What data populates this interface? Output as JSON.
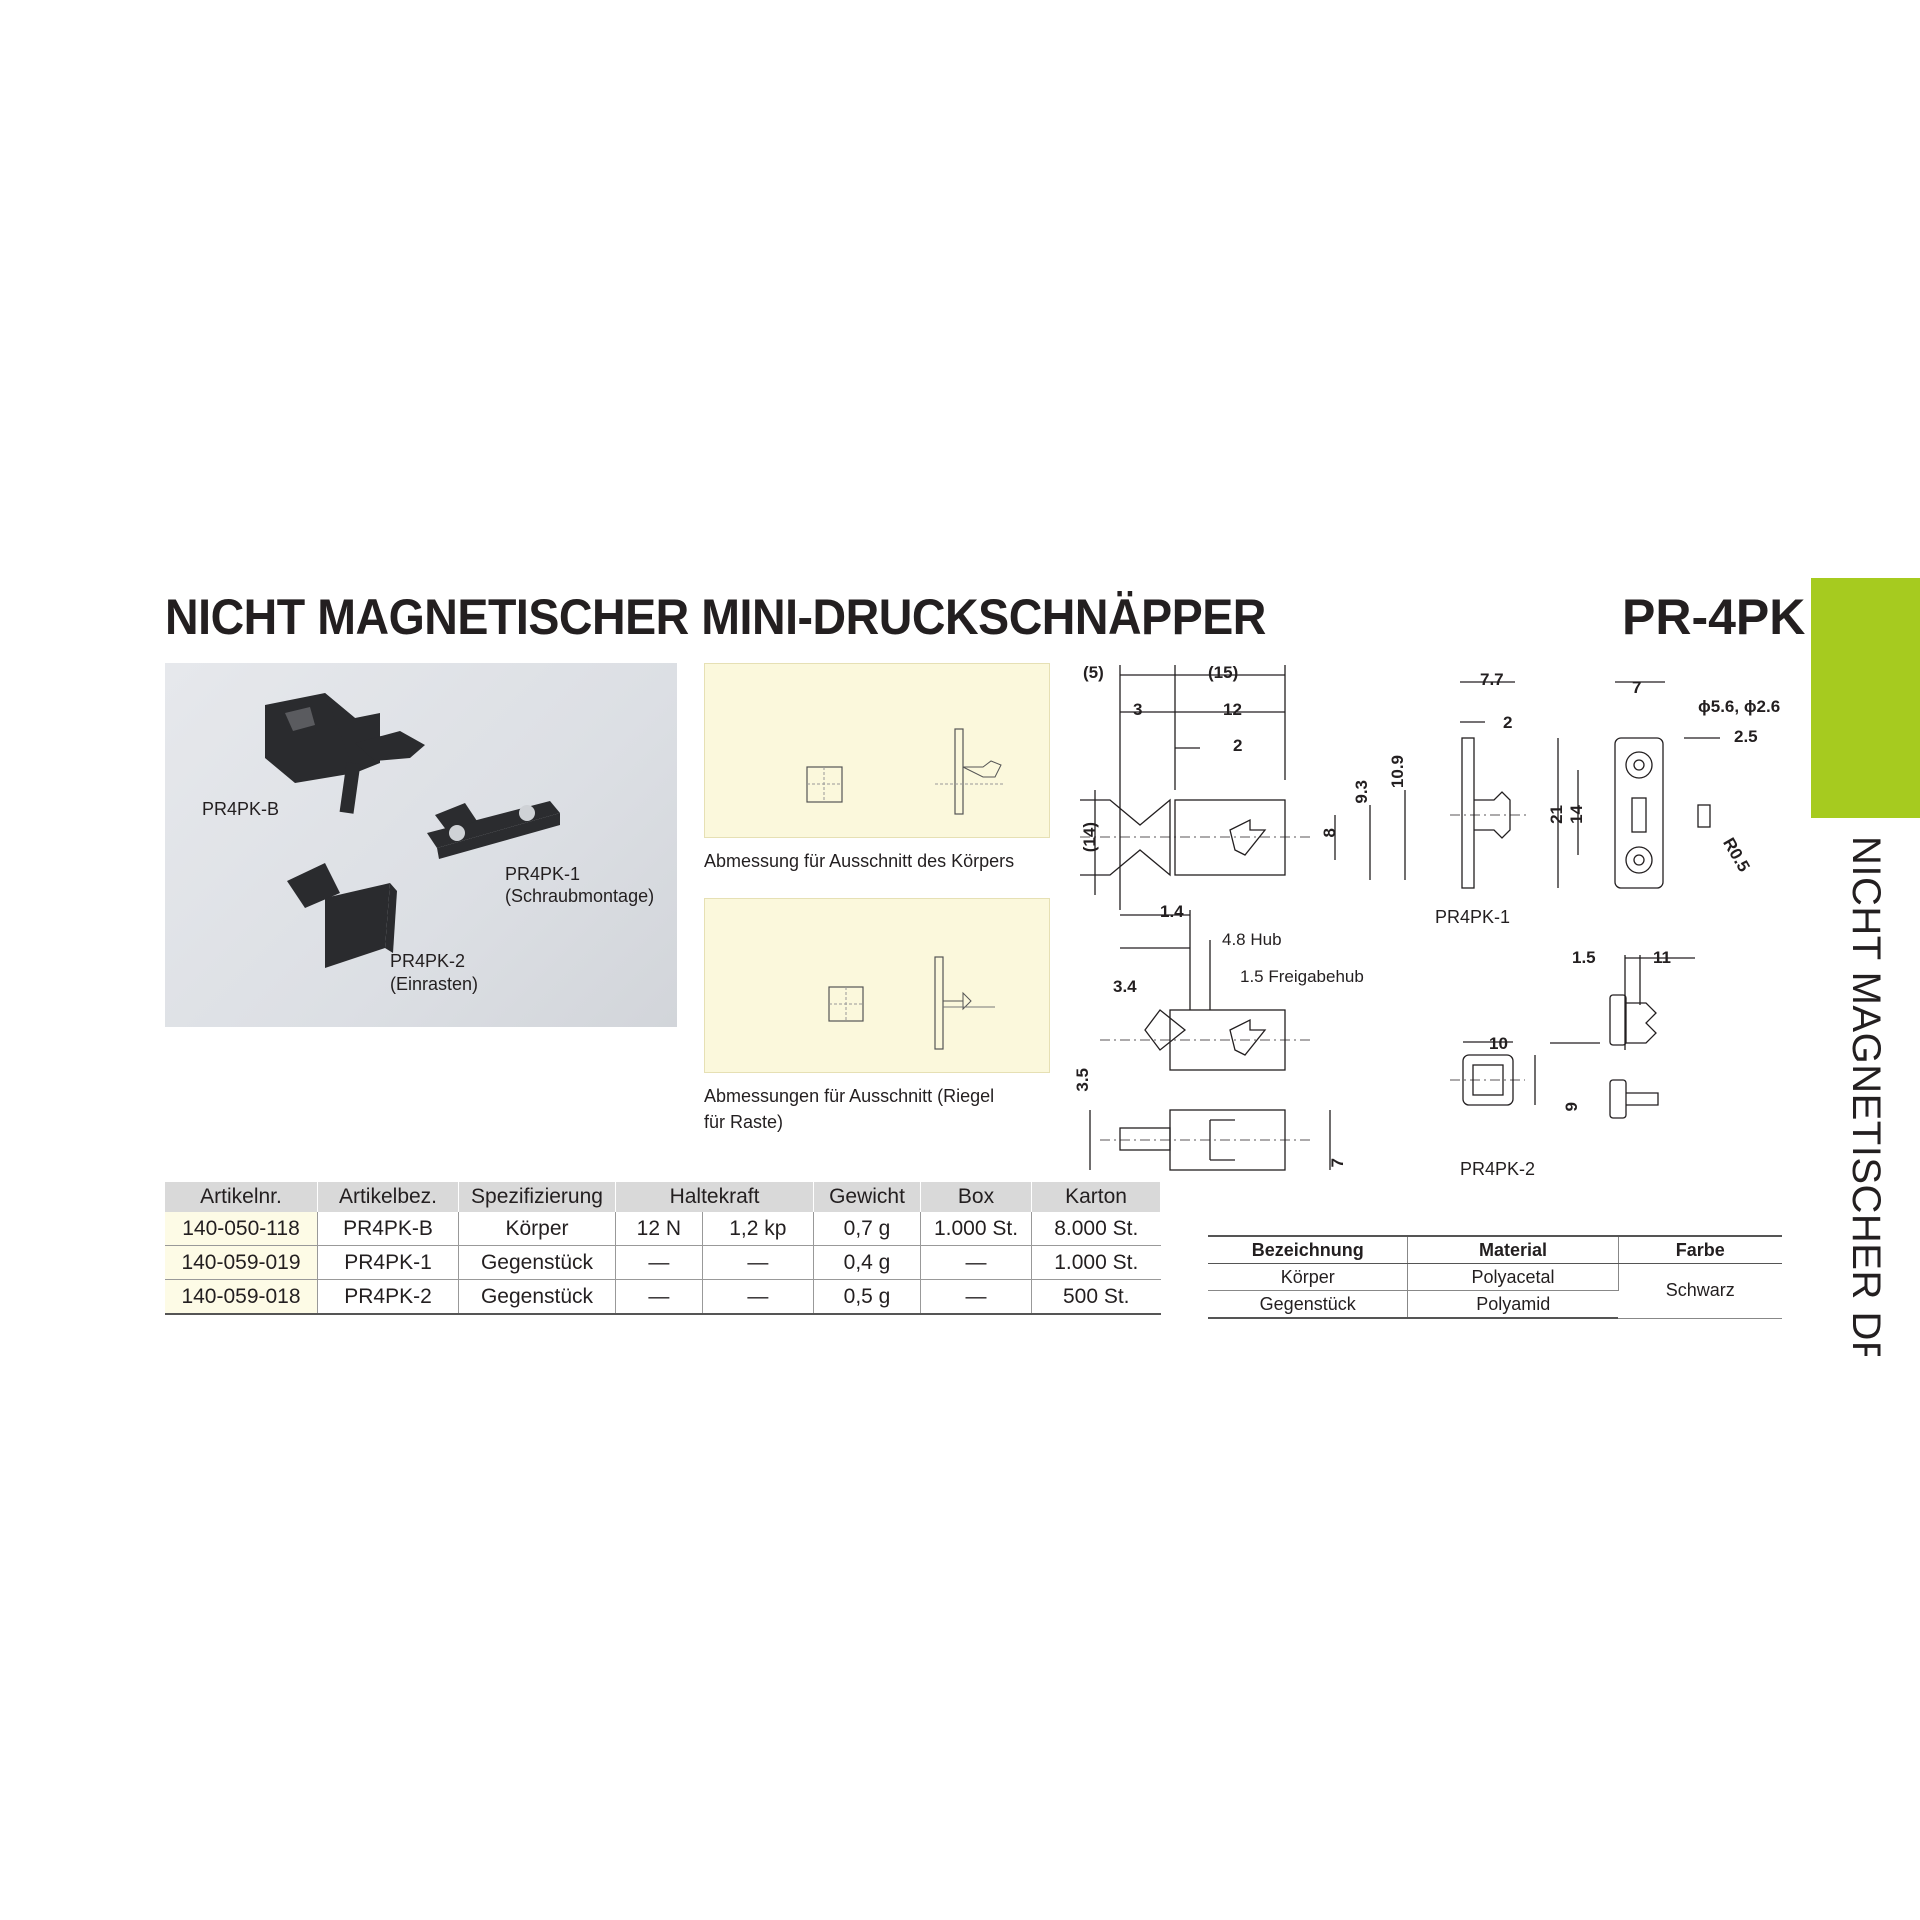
{
  "header": {
    "title": "NICHT MAGNETISCHER MINI-DRUCKSCHNÄPPER",
    "model": "PR-4PK",
    "side_tab_text": "NICHT MAGNETISCHER DRUCKSCHNÄPPER",
    "accent_color": "#a6cb1f"
  },
  "photo": {
    "labels": {
      "b": "PR4PK-B",
      "one": "PR4PK-1",
      "one_sub": "(Schraubmontage)",
      "two": "PR4PK-2",
      "two_sub": "(Einrasten)"
    }
  },
  "cutouts": {
    "body_caption": "Abmessung für Ausschnitt des Körpers",
    "latch_caption_1": "Abmessungen für Ausschnitt (Riegel",
    "latch_caption_2": "für Raste)"
  },
  "drawing": {
    "main": {
      "d_5": "(5)",
      "d_15": "(15)",
      "d_3": "3",
      "d_12": "12",
      "d_2": "2",
      "d_9_3": "9.3",
      "d_10_9": "10.9",
      "d_14": "(14)",
      "d_8": "8",
      "d_1_4": "1.4",
      "d_hub": "4.8 Hub",
      "d_3_4": "3.4",
      "d_freig": "1.5 Freigabehub",
      "d_3_5": "3.5",
      "d_7": "7"
    },
    "pr4pk1": {
      "d_7_7": "7.7",
      "d_2": "2",
      "d_7": "7",
      "d_phi": "ϕ5.6, ϕ2.6",
      "d_2_5": "2.5",
      "d_21": "21",
      "d_14": "14",
      "d_r": "R0.5",
      "label": "PR4PK-1"
    },
    "pr4pk2": {
      "d_1_5": "1.5",
      "d_11": "11",
      "d_10": "10",
      "d_9": "9",
      "label": "PR4PK-2"
    }
  },
  "spec_table": {
    "headers": [
      "Artikelnr.",
      "Artikelbez.",
      "Spezifizierung",
      "Haltekraft",
      "Gewicht",
      "Box",
      "Karton"
    ],
    "rows": [
      [
        "140-050-118",
        "PR4PK-B",
        "Körper",
        "12 N",
        "1,2 kp",
        "0,7 g",
        "1.000 St.",
        "8.000 St."
      ],
      [
        "140-059-019",
        "PR4PK-1",
        "Gegenstück",
        "—",
        "—",
        "0,4 g",
        "—",
        "1.000 St."
      ],
      [
        "140-059-018",
        "PR4PK-2",
        "Gegenstück",
        "—",
        "—",
        "0,5 g",
        "—",
        "500 St."
      ]
    ]
  },
  "material_table": {
    "headers": [
      "Bezeichnung",
      "Material",
      "Farbe"
    ],
    "rows": [
      [
        "Körper",
        "Polyacetal"
      ],
      [
        "Gegenstück",
        "Polyamid"
      ]
    ],
    "color": "Schwarz"
  }
}
